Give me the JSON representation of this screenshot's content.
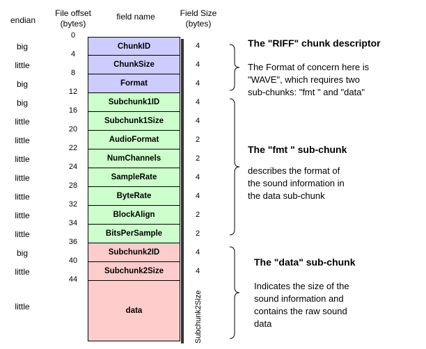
{
  "headers": {
    "endian": "endian",
    "offset": "File offset\n(bytes)",
    "name": "field name",
    "size": "Field Size\n(bytes)"
  },
  "colors": {
    "riff": "#ccccff",
    "fmt": "#ccffcc",
    "data": "#ffcccc"
  },
  "rows": [
    {
      "endian": "big",
      "offset": "0",
      "name": "ChunkID",
      "size": "4",
      "group": "riff"
    },
    {
      "endian": "little",
      "offset": "4",
      "name": "ChunkSize",
      "size": "4",
      "group": "riff"
    },
    {
      "endian": "big",
      "offset": "8",
      "name": "Format",
      "size": "4",
      "group": "riff"
    },
    {
      "endian": "big",
      "offset": "12",
      "name": "Subchunk1ID",
      "size": "4",
      "group": "fmt"
    },
    {
      "endian": "little",
      "offset": "16",
      "name": "Subchunk1Size",
      "size": "4",
      "group": "fmt"
    },
    {
      "endian": "little",
      "offset": "20",
      "name": "AudioFormat",
      "size": "2",
      "group": "fmt"
    },
    {
      "endian": "little",
      "offset": "22",
      "name": "NumChannels",
      "size": "2",
      "group": "fmt"
    },
    {
      "endian": "little",
      "offset": "24",
      "name": "SampleRate",
      "size": "4",
      "group": "fmt"
    },
    {
      "endian": "little",
      "offset": "28",
      "name": "ByteRate",
      "size": "4",
      "group": "fmt"
    },
    {
      "endian": "little",
      "offset": "32",
      "name": "BlockAlign",
      "size": "2",
      "group": "fmt"
    },
    {
      "endian": "little",
      "offset": "34",
      "name": "BitsPerSample",
      "size": "2",
      "group": "fmt"
    },
    {
      "endian": "big",
      "offset": "36",
      "name": "Subchunk2ID",
      "size": "4",
      "group": "data"
    },
    {
      "endian": "little",
      "offset": "40",
      "name": "Subchunk2Size",
      "size": "4",
      "group": "data"
    },
    {
      "endian": "little",
      "offset": "44",
      "name": "data",
      "size": "Subchunk2Size",
      "group": "data"
    }
  ],
  "descriptions": {
    "riff_title": "The \"RIFF\" chunk descriptor",
    "riff_text": [
      "The Format of concern here is",
      "\"WAVE\", which requires two",
      "sub-chunks: \"fmt \" and \"data\""
    ],
    "fmt_title": "The \"fmt \" sub-chunk",
    "fmt_text": [
      "describes the format of",
      "the sound information in",
      "the data sub-chunk"
    ],
    "data_title": "The \"data\" sub-chunk",
    "data_text": [
      "Indicates the size of the",
      "sound information and",
      "contains the raw sound",
      "data"
    ]
  }
}
